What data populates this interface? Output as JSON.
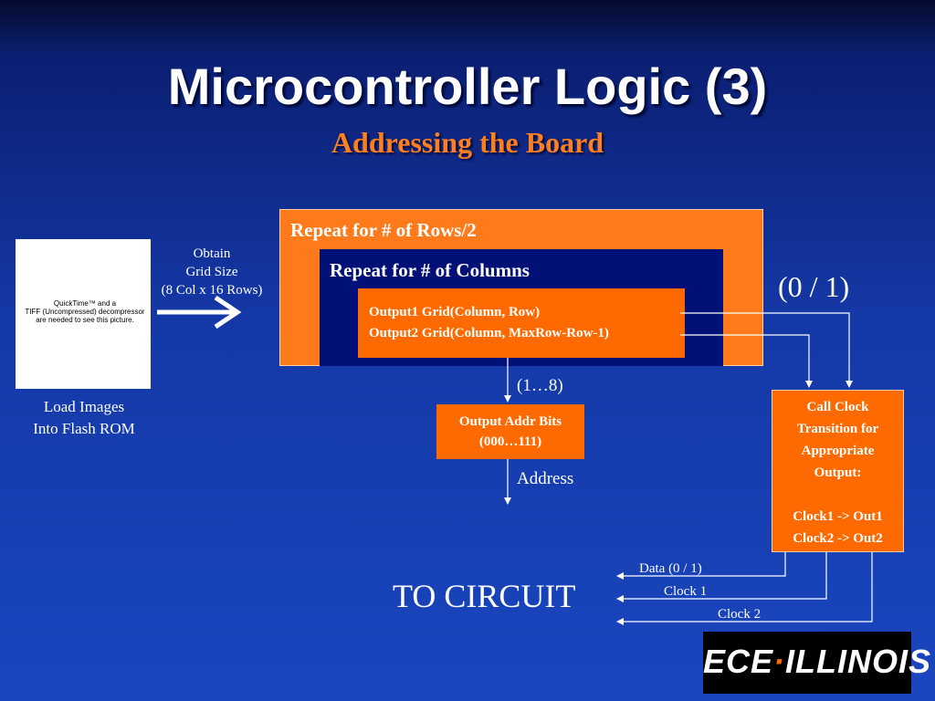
{
  "title": "Microcontroller Logic (3)",
  "subtitle": "Addressing the Board",
  "image_placeholder": {
    "lines": [
      "QuickTime™ and a",
      "TIFF (Uncompressed) decompressor",
      "are needed to see this picture."
    ]
  },
  "obtain": {
    "lines": [
      "Obtain",
      "Grid Size",
      "(8 Col x 16 Rows)"
    ]
  },
  "load": {
    "lines": [
      "Load Images",
      "Into Flash ROM"
    ]
  },
  "loops": {
    "outer": "Repeat for # of Rows/2",
    "inner": "Repeat for # of Columns",
    "outputs": [
      "Output1 Grid(Column, Row)",
      "Output2 Grid(Column, MaxRow-Row-1)"
    ]
  },
  "value_label": "(0 / 1)",
  "range_label": "(1…8)",
  "addr_box": {
    "lines": [
      "Output Addr Bits",
      "(000…111)"
    ]
  },
  "address_label": "Address",
  "clock_box": {
    "lines": [
      "Call Clock",
      "Transition for",
      "Appropriate",
      "Output:",
      "",
      "Clock1 -> Out1",
      "Clock2 -> Out2"
    ]
  },
  "to_circuit": "TO CIRCUIT",
  "signals": {
    "data": "Data (0 / 1)",
    "clock1": "Clock 1",
    "clock2": "Clock 2"
  },
  "logo": {
    "part1": "ECE",
    "part2": "ILLINOIS"
  },
  "colors": {
    "orange": "#ff7a1a",
    "navy": "#001077",
    "title": "#ffffff",
    "subtitle": "#ff7f1e"
  }
}
